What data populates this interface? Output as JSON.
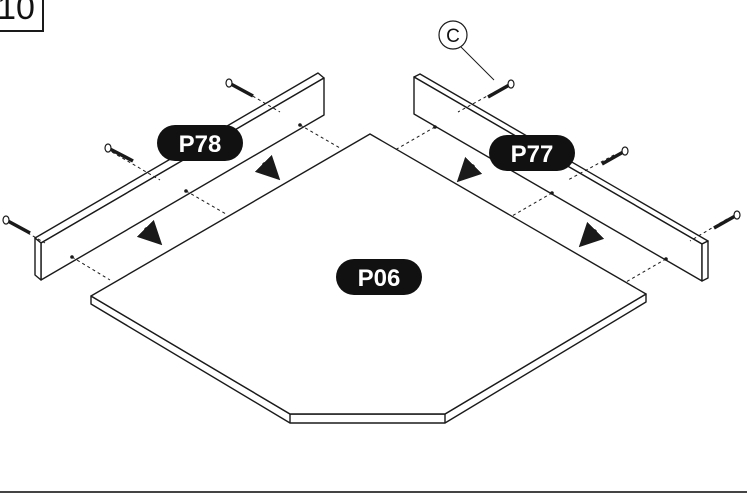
{
  "step": {
    "number": "10"
  },
  "parts": {
    "left_rail": "P78",
    "right_rail": "P77",
    "top_panel": "P06"
  },
  "hardware": {
    "screw_label": "C"
  },
  "colors": {
    "ink": "#1a1a1a",
    "label_fill": "#111111",
    "label_text": "#ffffff"
  }
}
